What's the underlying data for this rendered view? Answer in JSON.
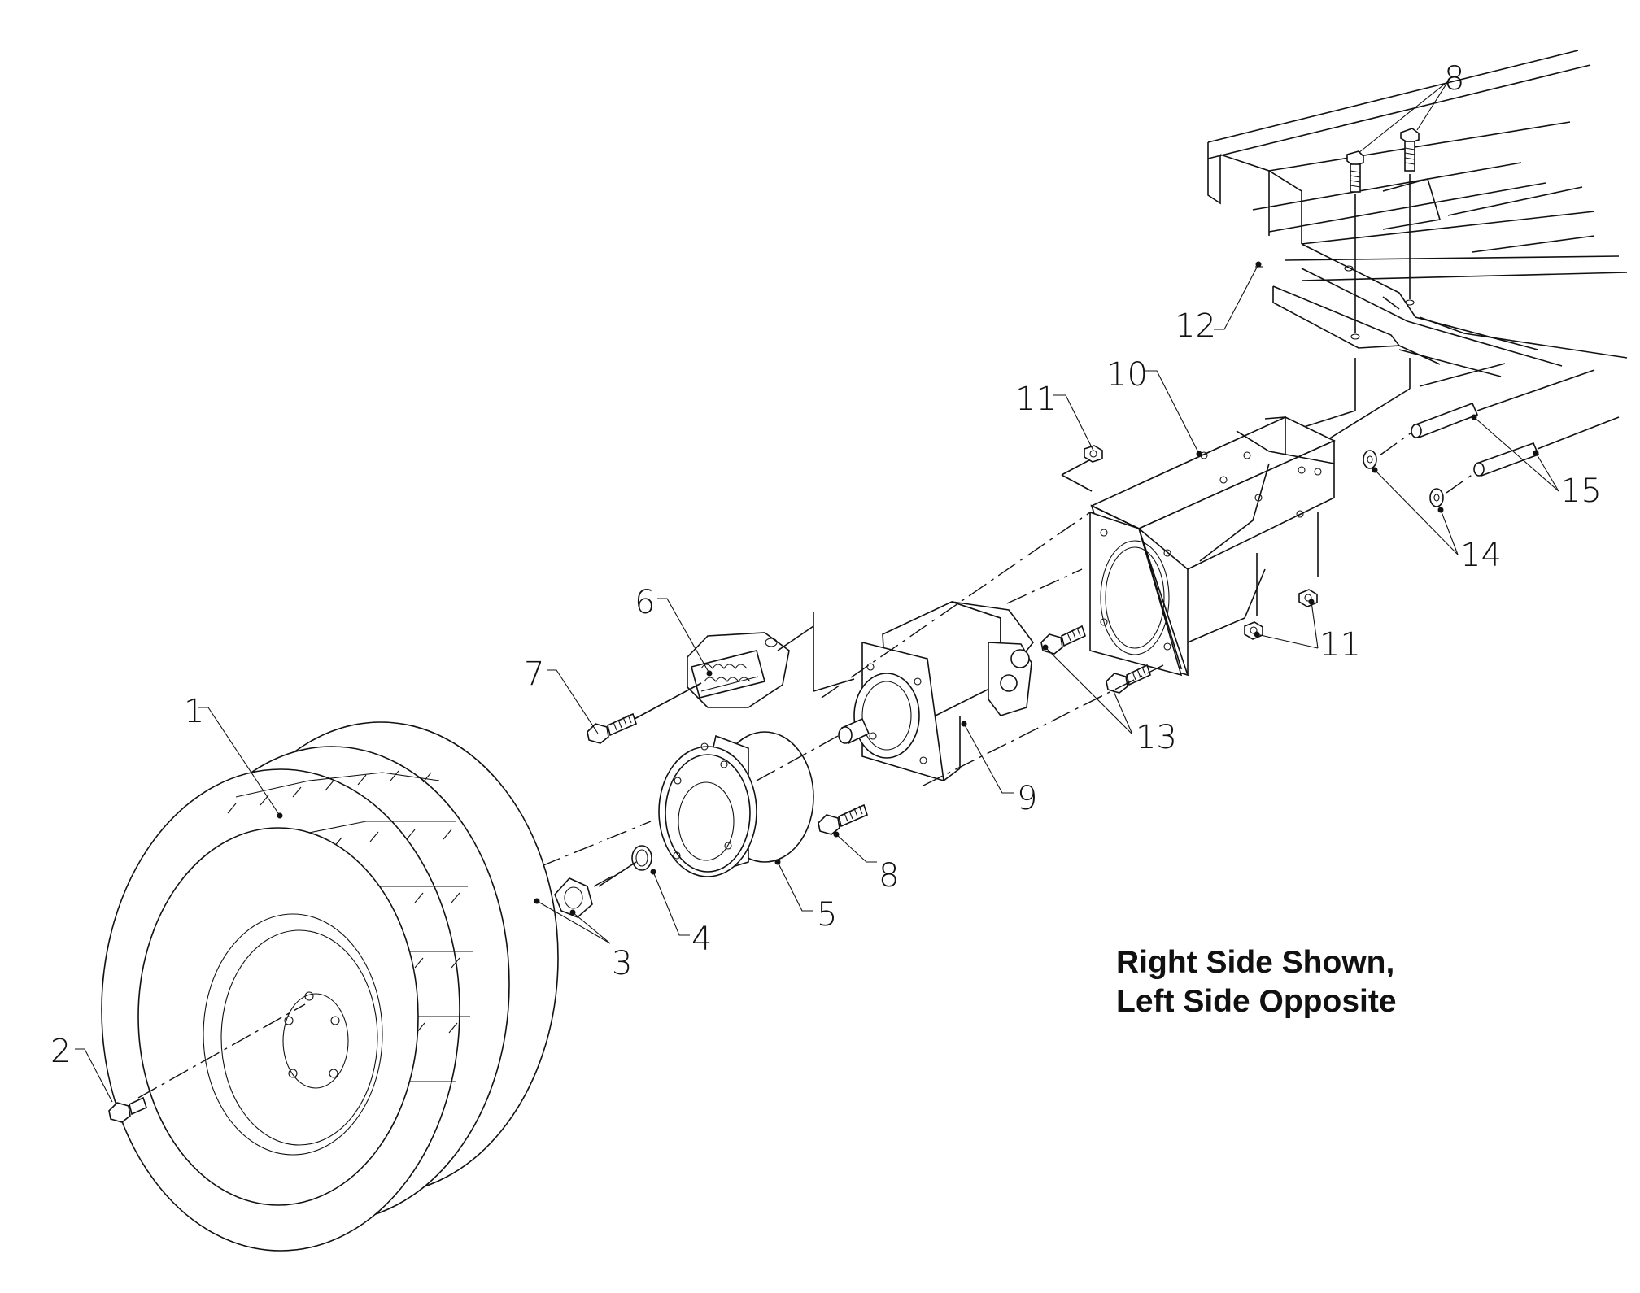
{
  "callouts": [
    {
      "id": "1",
      "text": "1"
    },
    {
      "id": "2",
      "text": "2"
    },
    {
      "id": "3",
      "text": "3"
    },
    {
      "id": "4",
      "text": "4"
    },
    {
      "id": "5",
      "text": "5"
    },
    {
      "id": "6",
      "text": "6"
    },
    {
      "id": "7",
      "text": "7"
    },
    {
      "id": "8a",
      "text": "8"
    },
    {
      "id": "8b",
      "text": "8"
    },
    {
      "id": "9",
      "text": "9"
    },
    {
      "id": "10",
      "text": "10"
    },
    {
      "id": "11a",
      "text": "11"
    },
    {
      "id": "11b",
      "text": "11"
    },
    {
      "id": "12",
      "text": "12"
    },
    {
      "id": "13",
      "text": "13"
    },
    {
      "id": "14",
      "text": "14"
    },
    {
      "id": "15",
      "text": "15"
    }
  ],
  "note": {
    "line1": "Right Side Shown,",
    "line2": "Left Side Opposite"
  }
}
